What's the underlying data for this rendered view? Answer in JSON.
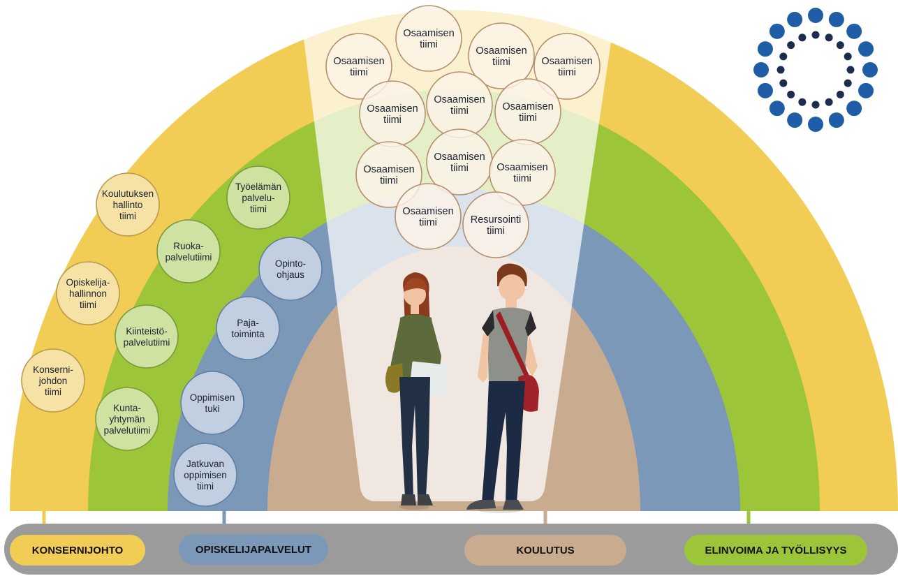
{
  "colors": {
    "yellow": "#f2cd55",
    "green": "#9dc53a",
    "blue": "#7b98b9",
    "tan": "#c9ac90",
    "beam": "#fbf1de",
    "bar": "#9b9b9b",
    "konsernijohto_bubble": "#f7e2a5",
    "green_bubble": "#cfe2a2",
    "blue_bubble": "#c2cfe0",
    "team_bubble": "#fbf3e6",
    "logo_outer": "#1f5ea6",
    "logo_inner": "#1e2d4f"
  },
  "categories": {
    "konsernijohto": "KONSERNIJOHTO",
    "opiskelijapalvelut": "OPISKELIJAPALVELUT",
    "koulutus": "KOULUTUS",
    "elinvoima": "ELINVOIMA JA TYÖLLISYYS"
  },
  "konsernijohto_bubbles": [
    {
      "lines": [
        "Koulutuksen",
        "hallinto",
        "tiimi"
      ]
    },
    {
      "lines": [
        "Opiskelija-",
        "hallinnon",
        "tiimi"
      ]
    },
    {
      "lines": [
        "Konserni-",
        "johdon",
        "tiimi"
      ]
    }
  ],
  "elinvoima_bubbles": [
    {
      "lines": [
        "Työelämän",
        "palvelu-",
        "tiimi"
      ]
    },
    {
      "lines": [
        "Ruoka-",
        "palvelutiimi"
      ]
    },
    {
      "lines": [
        "Kiinteistö-",
        "palvelutiimi"
      ]
    },
    {
      "lines": [
        "Kunta-",
        "yhtymän",
        "palvelutiimi"
      ]
    }
  ],
  "opiskelija_bubbles": [
    {
      "lines": [
        "Opinto-",
        "ohjaus"
      ]
    },
    {
      "lines": [
        "Paja-",
        "toiminta"
      ]
    },
    {
      "lines": [
        "Oppimisen",
        "tuki"
      ]
    },
    {
      "lines": [
        "Jatkuvan",
        "oppimisen",
        "tiimi"
      ]
    }
  ],
  "koulutus_teams": [
    {
      "lines": [
        "Osaamisen",
        "tiimi"
      ]
    },
    {
      "lines": [
        "Osaamisen",
        "tiimi"
      ]
    },
    {
      "lines": [
        "Osaamisen",
        "tiimi"
      ]
    },
    {
      "lines": [
        "Osaamisen",
        "tiimi"
      ]
    },
    {
      "lines": [
        "Osaamisen",
        "tiimi"
      ]
    },
    {
      "lines": [
        "Osaamisen",
        "tiimi"
      ]
    },
    {
      "lines": [
        "Osaamisen",
        "tiimi"
      ]
    },
    {
      "lines": [
        "Osaamisen",
        "tiimi"
      ]
    },
    {
      "lines": [
        "Osaamisen",
        "tiimi"
      ]
    },
    {
      "lines": [
        "Osaamisen",
        "tiimi"
      ]
    },
    {
      "lines": [
        "Osaamisen",
        "tiimi"
      ]
    },
    {
      "lines": [
        "Resursointi",
        "tiimi"
      ]
    }
  ]
}
